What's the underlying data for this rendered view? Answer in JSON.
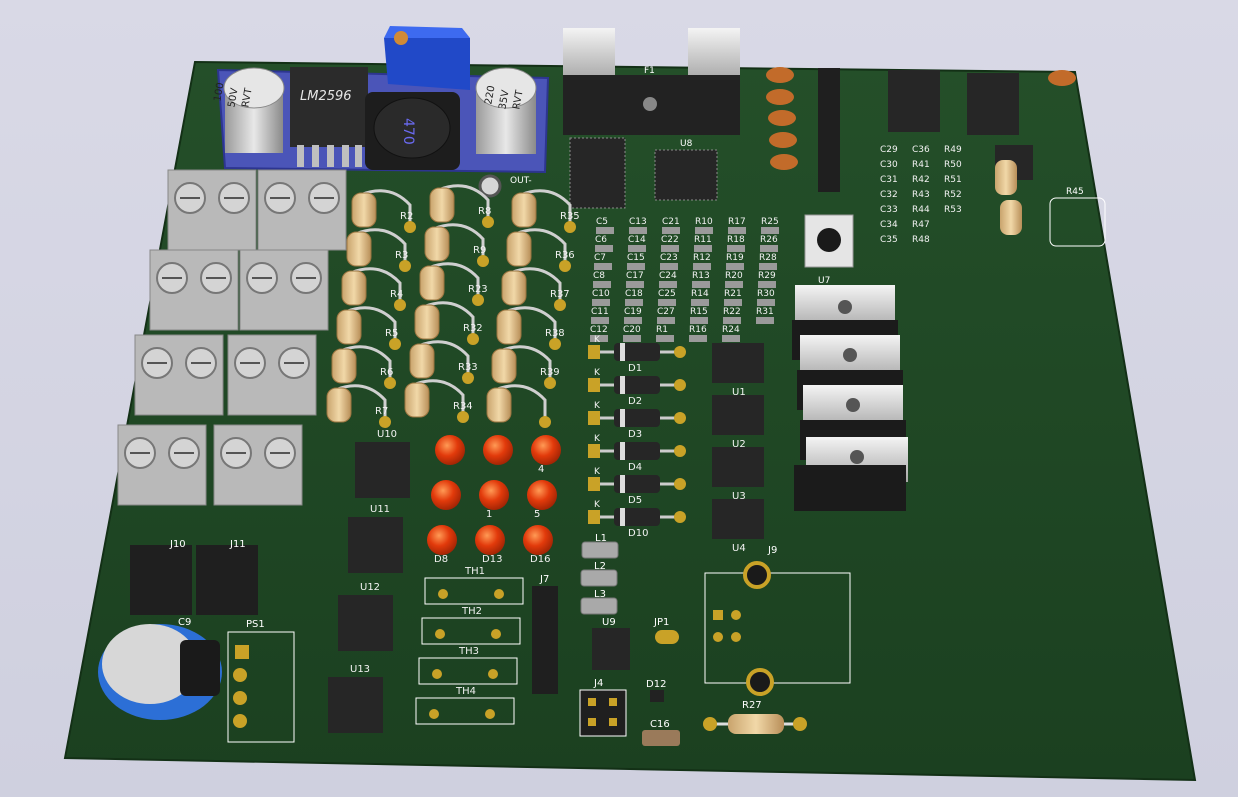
{
  "module": {
    "chip_label": "LM2596",
    "cap_left": [
      "100",
      "50V",
      "RVT"
    ],
    "cap_right": [
      "220",
      "35V",
      "RVT"
    ],
    "inductor_label": "470",
    "out_label": "OUT-"
  },
  "labels": {
    "F1": "F1",
    "U8": "U8",
    "U7": "U7",
    "U10": "U10",
    "U11": "U11",
    "U12": "U12",
    "U13": "U13",
    "J9": "J9",
    "J10": "J10",
    "J11": "J11",
    "J4": "J4",
    "J7": "J7",
    "JP1": "JP1",
    "PS1": "PS1",
    "C9": "C9",
    "U9": "U9",
    "D12": "D12",
    "C16": "C16",
    "R27": "R27",
    "R45": "R45",
    "L1": "L1",
    "L2": "L2",
    "L3": "L3",
    "TH1": "TH1",
    "TH2": "TH2",
    "TH3": "TH3",
    "TH4": "TH4",
    "U1": "U1",
    "U2": "U2",
    "U3": "U3",
    "U4": "U4",
    "D1": "D1",
    "D2": "D2",
    "D3": "D3",
    "D4": "D4",
    "D5": "D5",
    "D10": "D10",
    "K": "K"
  },
  "smd_grid": [
    [
      "C5",
      "C13",
      "C21",
      "R10",
      "R17",
      "R25"
    ],
    [
      "C6",
      "C14",
      "C22",
      "R11",
      "R18",
      "R26"
    ],
    [
      "C7",
      "C15",
      "C23",
      "R12",
      "R19",
      "R28"
    ],
    [
      "C8",
      "C17",
      "C24",
      "R13",
      "R20",
      "R29"
    ],
    [
      "C10",
      "C18",
      "C25",
      "R14",
      "R21",
      "R30"
    ],
    [
      "C11",
      "C19",
      "C27",
      "R15",
      "R22",
      "R31"
    ],
    [
      "C12",
      "C20",
      "R1",
      "R16",
      "R24",
      ""
    ]
  ],
  "smd_right": [
    [
      "C29",
      "C36",
      "R49"
    ],
    [
      "C30",
      "R41",
      "R50"
    ],
    [
      "C31",
      "R42",
      "R51"
    ],
    [
      "C32",
      "R43",
      "R52"
    ],
    [
      "C33",
      "R44",
      "R53"
    ],
    [
      "C34",
      "R47",
      ""
    ],
    [
      "C35",
      "R48",
      ""
    ]
  ],
  "resistor_cols": [
    [
      "R2",
      "R3",
      "R4",
      "R5",
      "R6",
      "R7"
    ],
    [
      "R8",
      "R9",
      "R23",
      "R32",
      "R33",
      "R34"
    ],
    [
      "R35",
      "R36",
      "R37",
      "R38",
      "R39",
      ""
    ]
  ],
  "led_labels": [
    "",
    "",
    "4",
    "",
    "1",
    "5",
    "D8",
    "D13",
    "D16"
  ],
  "colors": {
    "pcb": "#1f4a24",
    "pcb_edge": "#16351a",
    "silk": "#f2f2f2",
    "pad": "#c9a227",
    "module_blue": "#4b55b8",
    "led": "#e23a0b",
    "terminal": "#b9b9b9"
  }
}
